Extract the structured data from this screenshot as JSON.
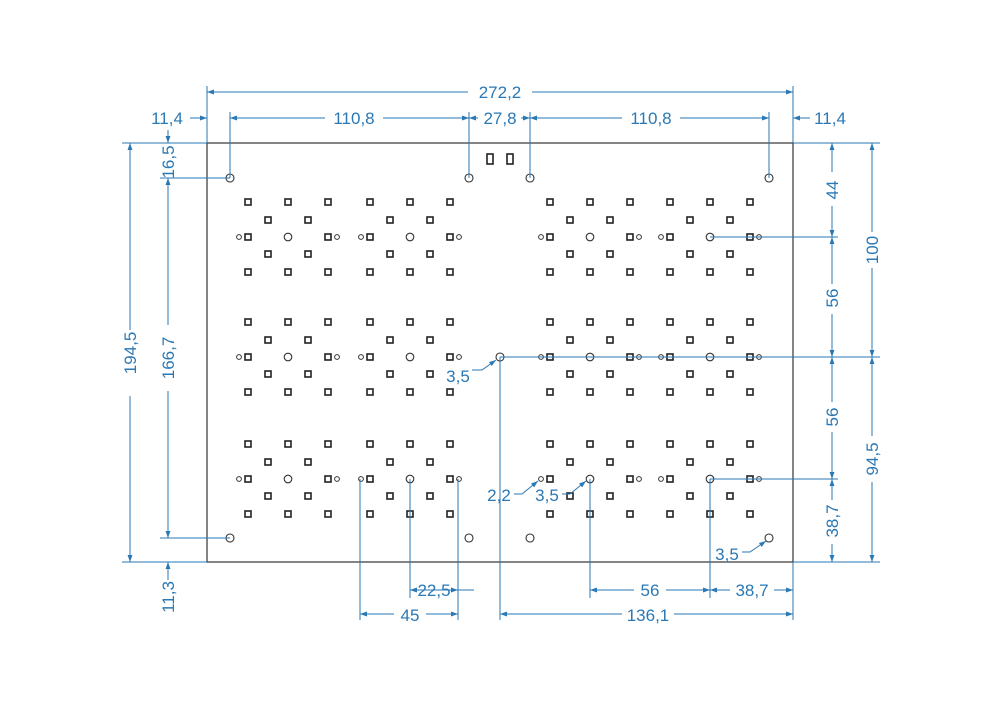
{
  "drawing": {
    "colors": {
      "dimension": "#2a78b4",
      "outline": "#333333",
      "background": "#ffffff"
    },
    "dimensions": {
      "overall_width": "272,2",
      "edge_left": "11,4",
      "span_left": "110,8",
      "span_center": "27,8",
      "span_right": "110,8",
      "edge_right": "11,4",
      "top_offset": "16,5",
      "overall_height": "194,5",
      "inner_height": "166,7",
      "bottom_offset": "11,3",
      "right_44": "44",
      "right_100": "100",
      "right_56_upper": "56",
      "right_56_lower": "56",
      "right_94_5": "94,5",
      "right_38_7": "38,7",
      "hole_dia_center": "3,5",
      "hole_dia_small": "2,2",
      "hole_dia_mid": "3,5",
      "hole_dia_corner": "3,5",
      "bottom_22_5": "22,5",
      "bottom_45": "45",
      "bottom_56": "56",
      "bottom_38_7": "38,7",
      "bottom_136_1": "136,1"
    }
  }
}
